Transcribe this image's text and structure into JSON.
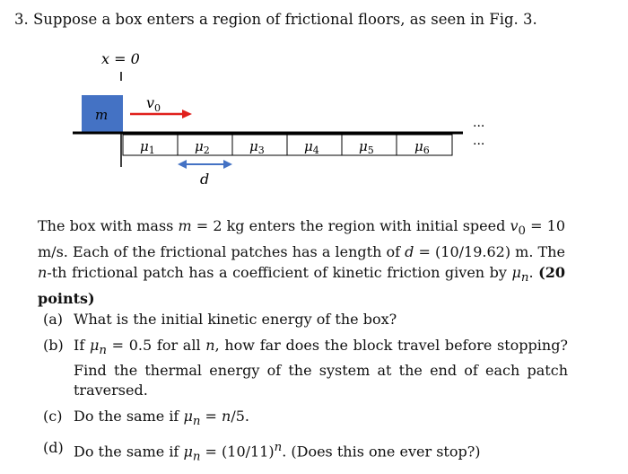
{
  "question": {
    "title": "3. Suppose a box enters a region of frictional floors, as seen in Fig. 3."
  },
  "figure": {
    "x_label": "x = 0",
    "mass_label": "m",
    "velocity_label": "v",
    "velocity_sub": "0",
    "mu_symbol": "μ",
    "patches": [
      "1",
      "2",
      "3",
      "4",
      "5",
      "6"
    ],
    "ellipsis": "...",
    "d_label": "d",
    "colors": {
      "box": "#4472c4",
      "arrow": "#e0201c",
      "floor": "#000000"
    }
  },
  "paragraph": {
    "p1": "The box with mass ",
    "m": "m",
    "p2": " = 2 kg enters the region with initial speed ",
    "v0": "v",
    "v0sub": "0",
    "p3": " = 10 m/s. Each of the frictional patches has a length of ",
    "d": "d",
    "p4": " = (10/19.62) m. The ",
    "n": "n",
    "p5": "-th frictional patch has a coefficient of kinetic friction given by ",
    "mu": "μ",
    "musub": "n",
    "p6": ". ",
    "points": "(20 points)"
  },
  "parts": {
    "a": {
      "label": "(a)",
      "text": "What is the initial kinetic energy of the box?"
    },
    "b": {
      "label": "(b)",
      "t1": "If ",
      "mu": "μ",
      "sub": "n",
      "t2": " = 0.5 for all ",
      "n": "n",
      "t3": ", how far does the block travel before stopping? Find the thermal energy of the system at the end of each patch traversed."
    },
    "c": {
      "label": "(c)",
      "t1": "Do the same if ",
      "mu": "μ",
      "sub": "n",
      "t2": " = ",
      "n": "n",
      "t3": "/5."
    },
    "d": {
      "label": "(d)",
      "t1": "Do the same if ",
      "mu": "μ",
      "sub": "n",
      "t2": " = (10/11)",
      "sup": "n",
      "t3": ". (Does this one ever stop?)"
    }
  }
}
